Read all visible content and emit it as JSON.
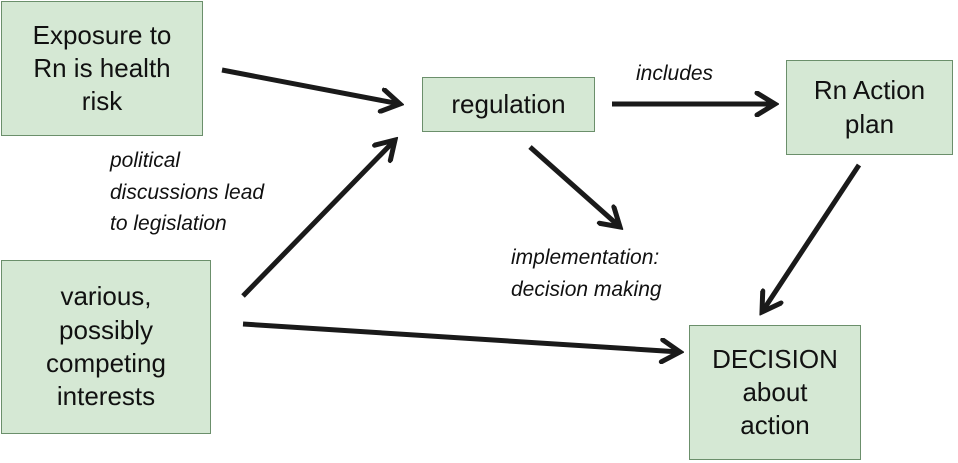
{
  "diagram": {
    "nodes": {
      "exposure": [
        "Exposure to",
        "Rn is health",
        "risk"
      ],
      "regulation": [
        "regulation"
      ],
      "action_plan": [
        "Rn Action",
        "plan"
      ],
      "interests": [
        "various,",
        "possibly",
        "competing",
        "interests"
      ],
      "decision": [
        "DECISION",
        "about",
        "action"
      ]
    },
    "labels": {
      "includes": [
        "includes"
      ],
      "political": [
        "political",
        "discussions lead",
        "to legislation"
      ],
      "implementation": [
        "implementation:",
        "decision making"
      ]
    },
    "colors": {
      "box_fill": "#d5e8d4",
      "box_border": "#6b8f6b",
      "arrow": "#1a1a1a"
    }
  }
}
